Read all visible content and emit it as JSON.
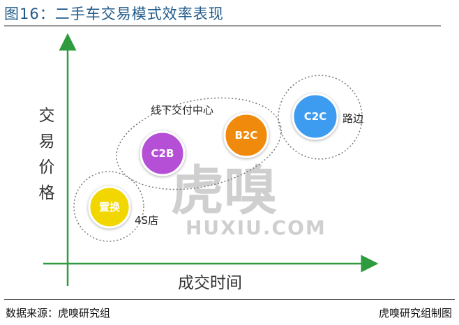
{
  "title": "图16：二手车交易模式效率表现",
  "axes": {
    "y_label_chars": [
      "交",
      "易",
      "价",
      "格"
    ],
    "x_label": "成交时间"
  },
  "group_label": "线下交付中心",
  "bubbles": [
    {
      "id": "zhihuan",
      "label": "置换",
      "color": "#f2d600",
      "side_label": "4S店"
    },
    {
      "id": "c2b",
      "label": "C2B",
      "color": "#b44fd6",
      "side_label": ""
    },
    {
      "id": "b2c",
      "label": "B2C",
      "color": "#f08a0c",
      "side_label": ""
    },
    {
      "id": "c2c",
      "label": "C2C",
      "color": "#3e9cf0",
      "side_label": "路边"
    }
  ],
  "watermark": {
    "logo_text": "虎嗅",
    "domain_text": "HUXIU.COM"
  },
  "footer": {
    "source": "数据来源：虎嗅研究组",
    "credit": "虎嗅研究组制图"
  },
  "colors": {
    "axis": "#2e9b3e",
    "title": "#1f5a8a",
    "dashed_ring": "#777777"
  }
}
